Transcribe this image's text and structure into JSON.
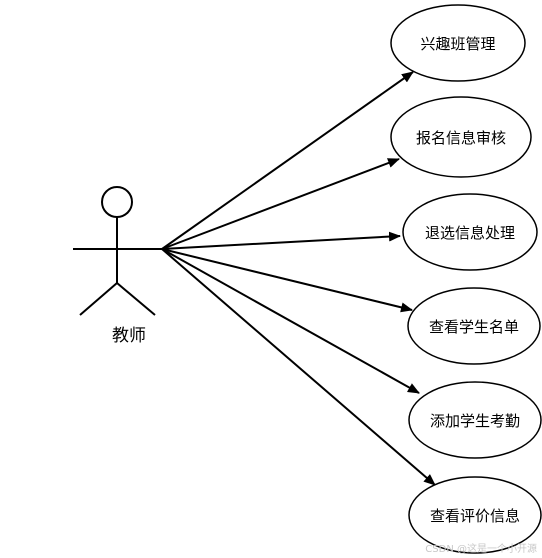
{
  "actor": {
    "label": "教师"
  },
  "use_cases": [
    {
      "label": "兴趣班管理"
    },
    {
      "label": "报名信息审核"
    },
    {
      "label": "退选信息处理"
    },
    {
      "label": "查看学生名单"
    },
    {
      "label": "添加学生考勤"
    },
    {
      "label": "查看评价信息"
    }
  ],
  "watermark": "CSDN @这是一个小开源",
  "colors": {
    "stroke": "#000000",
    "background": "#ffffff"
  }
}
